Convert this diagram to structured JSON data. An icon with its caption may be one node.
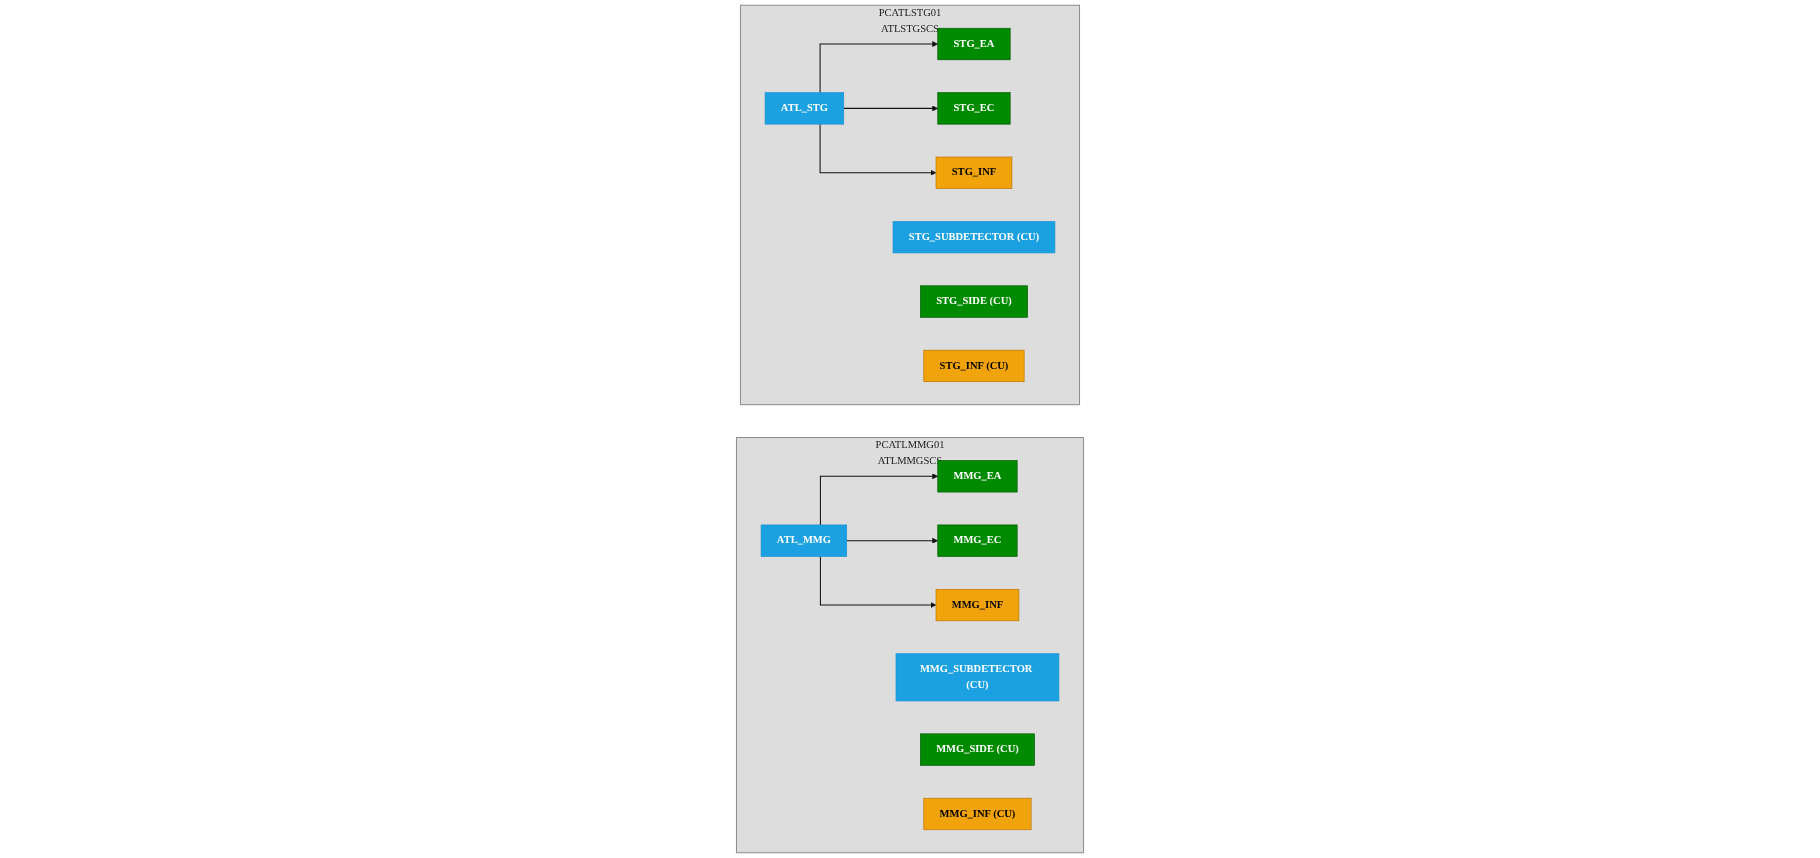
{
  "diagram": {
    "nodes": [
      {
        "text": [
          "PCATLMMG01",
          "ATLMMGSCS"
        ]
      },
      {
        "text": [
          "ATL_MMG"
        ],
        "in": 0
      },
      {
        "text": [
          "MMG_EA"
        ],
        "in": 0
      },
      {
        "text": [
          "MMG_EC"
        ],
        "in": 0
      },
      {
        "text": [
          "MMG_INF"
        ],
        "in": 0
      },
      {
        "text": [
          "MMG_SUBDETECTOR (CU)"
        ],
        "in": 0
      },
      {
        "text": [
          "MMG_SIDE (CU)"
        ],
        "in": 0
      },
      {
        "text": [
          "MMG_INF (CU)"
        ],
        "in": 0
      },
      {
        "text": [
          "PCATLSTG01",
          "ATLSTGSCS"
        ]
      },
      {
        "text": [
          "ATL_STG"
        ],
        "in": 8
      },
      {
        "text": [
          "STG_EA"
        ],
        "in": 8
      },
      {
        "text": [
          "STG_EC"
        ],
        "in": 8
      },
      {
        "text": [
          "STG_INF"
        ],
        "in": 8
      },
      {
        "text": [
          "STG_SUBDETECTOR (CU)"
        ],
        "in": 8
      },
      {
        "text": [
          "STG_SIDE (CU)"
        ],
        "in": 8
      },
      {
        "text": [
          "STG_INF (CU)"
        ],
        "in": 8
      }
    ],
    "edges": [
      {
        "from": 1,
        "to": 2,
        "arrow": "to"
      },
      {
        "from": 1,
        "to": 3,
        "arrow": "to"
      },
      {
        "from": 1,
        "to": 4,
        "arrow": "to"
      },
      {
        "from": 9,
        "to": 10,
        "arrow": "to"
      },
      {
        "from": 9,
        "to": 11,
        "arrow": "to"
      },
      {
        "from": 9,
        "to": 12,
        "arrow": "to"
      }
    ]
  }
}
